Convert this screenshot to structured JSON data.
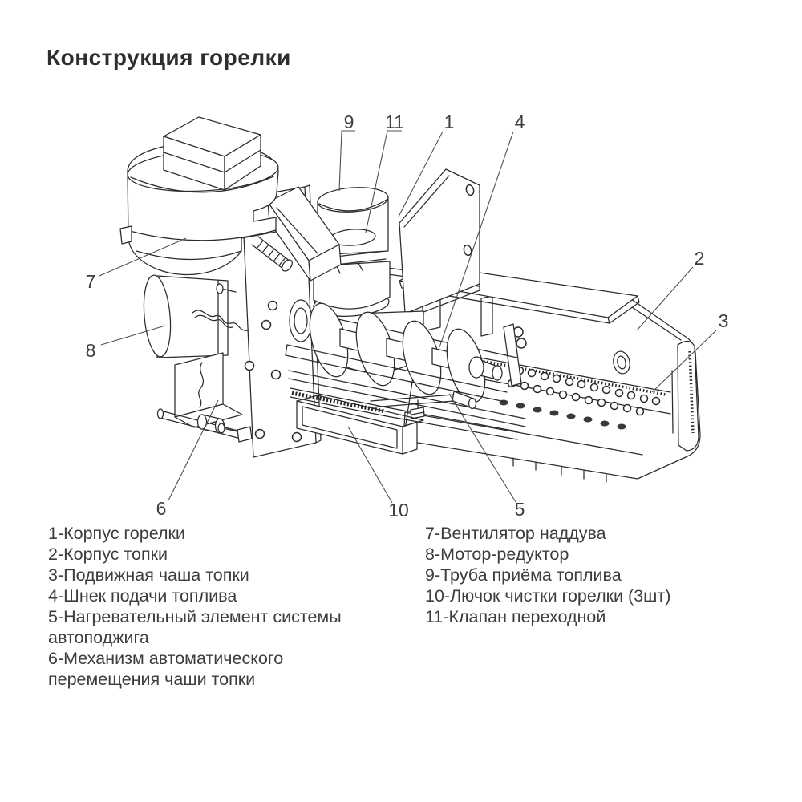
{
  "title": "Конструкция горелки",
  "diagram": {
    "callouts": [
      "9",
      "11",
      "1",
      "4",
      "2",
      "3",
      "7",
      "8",
      "6",
      "10",
      "5"
    ]
  },
  "legend": {
    "left": [
      "1-Корпус горелки",
      "2-Корпус топки",
      "3-Подвижная чаша топки",
      "4-Шнек подачи топлива",
      "5-Нагревательный элемент системы\nавтоподжига",
      "6-Механизм автоматического\nперемещения чаши топки"
    ],
    "right": [
      "7-Вентилятор наддува",
      "8-Мотор-редуктор",
      "9-Труба приёма топлива",
      "10-Лючок чистки горелки (3шт)",
      "11-Клапан переходной"
    ]
  }
}
